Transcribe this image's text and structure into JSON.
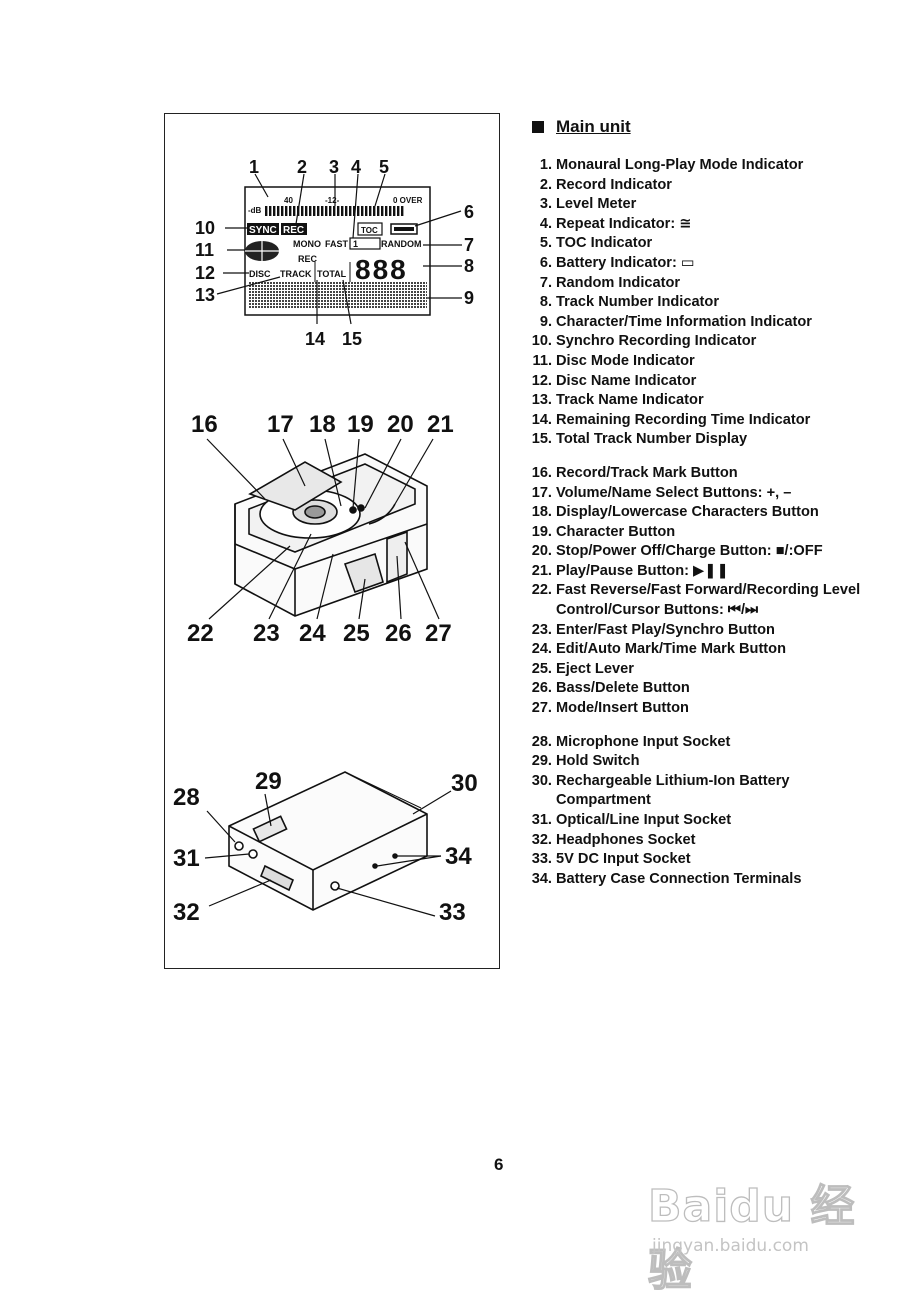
{
  "heading": "Main unit",
  "page_number": "6",
  "figure": {
    "lcd_callouts": {
      "c1": "1",
      "c2": "2",
      "c3": "3",
      "c4": "4",
      "c5": "5",
      "c6": "6",
      "c7": "7",
      "c8": "8",
      "c9": "9",
      "c10": "10",
      "c11": "11",
      "c12": "12",
      "c13": "13",
      "c14": "14",
      "c15": "15"
    },
    "lcd_labels": {
      "db": "-dB",
      "l40": "40",
      "l12": "-12-",
      "over": "0 OVER",
      "sync": "SYNC",
      "rec_badge": "REC",
      "toc": "TOC",
      "mono": "MONO",
      "fast": "FAST",
      "random": "RANDOM",
      "rec": "REC",
      "disc": "DISC",
      "track": "TRACK",
      "total": "TOTAL",
      "digits": "888",
      "repeat_one": "1"
    },
    "top_callouts": {
      "c16": "16",
      "c17": "17",
      "c18": "18",
      "c19": "19",
      "c20": "20",
      "c21": "21"
    },
    "bottom_callouts": {
      "c22": "22",
      "c23": "23",
      "c24": "24",
      "c25": "25",
      "c26": "26",
      "c27": "27"
    },
    "side_callouts": {
      "c28": "28",
      "c29": "29",
      "c30": "30",
      "c31": "31",
      "c32": "32",
      "c33": "33",
      "c34": "34"
    }
  },
  "parts": [
    {
      "num": "1.",
      "label": "Monaural Long-Play Mode Indicator"
    },
    {
      "num": "2.",
      "label": "Record Indicator"
    },
    {
      "num": "3.",
      "label": "Level Meter"
    },
    {
      "num": "4.",
      "label": "Repeat Indicator: ≅"
    },
    {
      "num": "5.",
      "label": "TOC Indicator"
    },
    {
      "num": "6.",
      "label": "Battery Indicator: ▭"
    },
    {
      "num": "7.",
      "label": "Random Indicator"
    },
    {
      "num": "8.",
      "label": "Track Number Indicator"
    },
    {
      "num": "9.",
      "label": "Character/Time Information Indicator"
    },
    {
      "num": "10.",
      "label": "Synchro Recording Indicator"
    },
    {
      "num": "11.",
      "label": "Disc Mode Indicator"
    },
    {
      "num": "12.",
      "label": "Disc Name Indicator"
    },
    {
      "num": "13.",
      "label": "Track Name Indicator"
    },
    {
      "num": "14.",
      "label": "Remaining Recording Time Indicator"
    },
    {
      "num": "15.",
      "label": "Total Track Number Display"
    },
    {
      "num": "16.",
      "label": "Record/Track Mark Button"
    },
    {
      "num": "17.",
      "label": "Volume/Name Select Buttons: +, –"
    },
    {
      "num": "18.",
      "label": "Display/Lowercase Characters Button"
    },
    {
      "num": "19.",
      "label": "Character Button"
    },
    {
      "num": "20.",
      "label": "Stop/Power Off/Charge Button: ■/:OFF"
    },
    {
      "num": "21.",
      "label": "Play/Pause Button: ▶❚❚"
    },
    {
      "num": "22.",
      "label": "Fast Reverse/Fast Forward/Recording Level Control/Cursor Buttons: ⏮/⏭"
    },
    {
      "num": "23.",
      "label": "Enter/Fast Play/Synchro Button"
    },
    {
      "num": "24.",
      "label": "Edit/Auto Mark/Time Mark Button"
    },
    {
      "num": "25.",
      "label": "Eject Lever"
    },
    {
      "num": "26.",
      "label": "Bass/Delete Button"
    },
    {
      "num": "27.",
      "label": "Mode/Insert Button"
    },
    {
      "num": "28.",
      "label": "Microphone Input Socket"
    },
    {
      "num": "29.",
      "label": "Hold Switch"
    },
    {
      "num": "30.",
      "label": "Rechargeable Lithium-Ion Battery Compartment"
    },
    {
      "num": "31.",
      "label": "Optical/Line Input Socket"
    },
    {
      "num": "32.",
      "label": "Headphones Socket"
    },
    {
      "num": "33.",
      "label": "5V DC Input Socket"
    },
    {
      "num": "34.",
      "label": "Battery Case Connection Terminals"
    }
  ],
  "watermark": {
    "brand": "Baidu 经验",
    "url": "jingyan.baidu.com"
  }
}
